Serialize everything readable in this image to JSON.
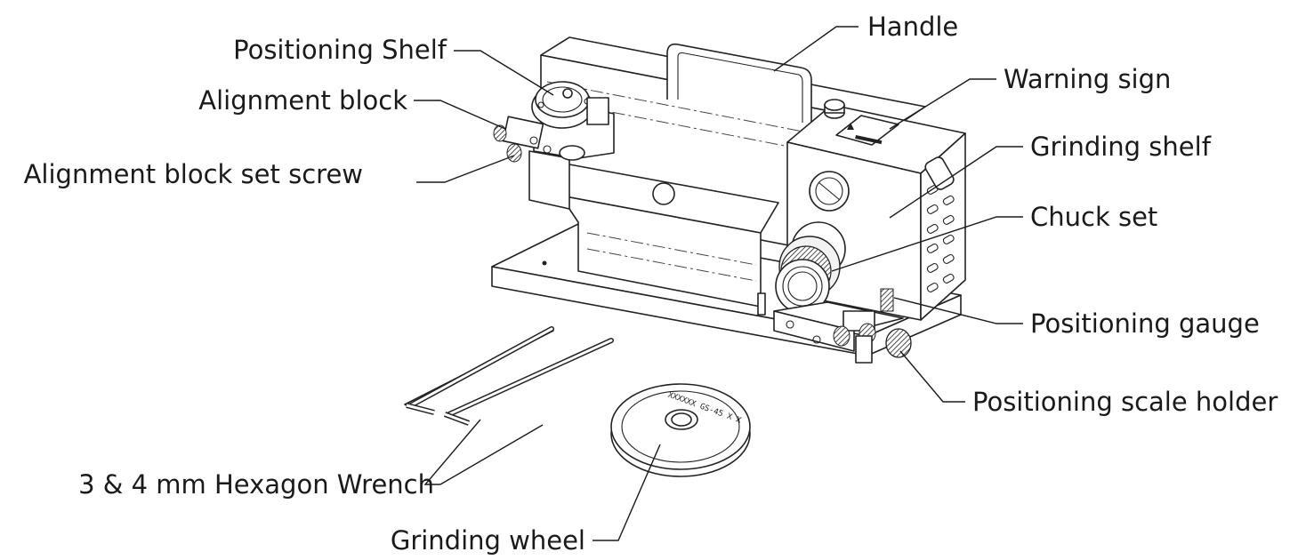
{
  "labels": {
    "handle": "Handle",
    "positioning_shelf": "Positioning Shelf",
    "warning_sign": "Warning sign",
    "alignment_block": "Alignment block",
    "grinding_shelf": "Grinding shelf",
    "alignment_block_set_screw": "Alignment block set screw",
    "chuck_set": "Chuck set",
    "positioning_gauge": "Positioning gauge",
    "positioning_scale_holder": "Positioning scale holder",
    "hexagon_wrench": "3 & 4 mm Hexagon Wrench",
    "grinding_wheel": "Grinding wheel"
  },
  "wheel_marking": "XXXXXX GS-45 X X"
}
